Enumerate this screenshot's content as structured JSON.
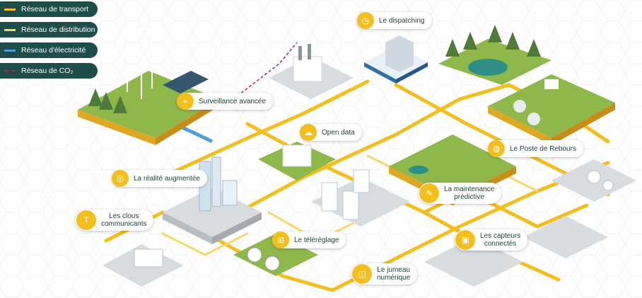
{
  "legend": [
    {
      "label": "Réseau de transport",
      "color": "#f4be1c",
      "dashed": false
    },
    {
      "label": "Réseau de distribution",
      "color": "#f6d86a",
      "dashed": false
    },
    {
      "label": "Réseau d'électricité",
      "color": "#4a9fd8",
      "dashed": false
    },
    {
      "label": "Réseau de CO₂",
      "color": "#b3263b",
      "dashed": true
    }
  ],
  "tags": {
    "dispatching": {
      "label": "Le dispatching",
      "icon": "clock-icon"
    },
    "surveillance": {
      "label": "Surveillance avancée",
      "icon": "target-icon"
    },
    "open_data": {
      "label": "Open data",
      "icon": "cloud-icon"
    },
    "realite": {
      "label": "La réalité augmentée",
      "icon": "vr-headset-icon"
    },
    "poste": {
      "label": "Le Poste de Rebours",
      "icon": "globe-icon"
    },
    "maintenance": {
      "line1": "La maintenance",
      "line2": "prédictive",
      "icon": "wrench-icon"
    },
    "clous": {
      "line1": "Les clous",
      "line2": "communicants",
      "icon": "nail-icon"
    },
    "capteurs": {
      "line1": "Les capteurs",
      "line2": "connectés",
      "icon": "chip-icon"
    },
    "telereglage": {
      "label": "Le téléréglage",
      "icon": "valve-icon"
    },
    "jumeau": {
      "line1": "Le jumeau",
      "line2": "numérique",
      "icon": "cube-icon"
    }
  },
  "colors": {
    "background": "#ffffff",
    "legend_bg": "#1f4d4a",
    "pipe": "#f4be1c",
    "grass": "#8fb84a",
    "forest": "#4f7a3a",
    "ground": "#d9dcdf",
    "water": "#2d8f86",
    "co2": "#b3263b",
    "electric": "#4a9fd8"
  }
}
